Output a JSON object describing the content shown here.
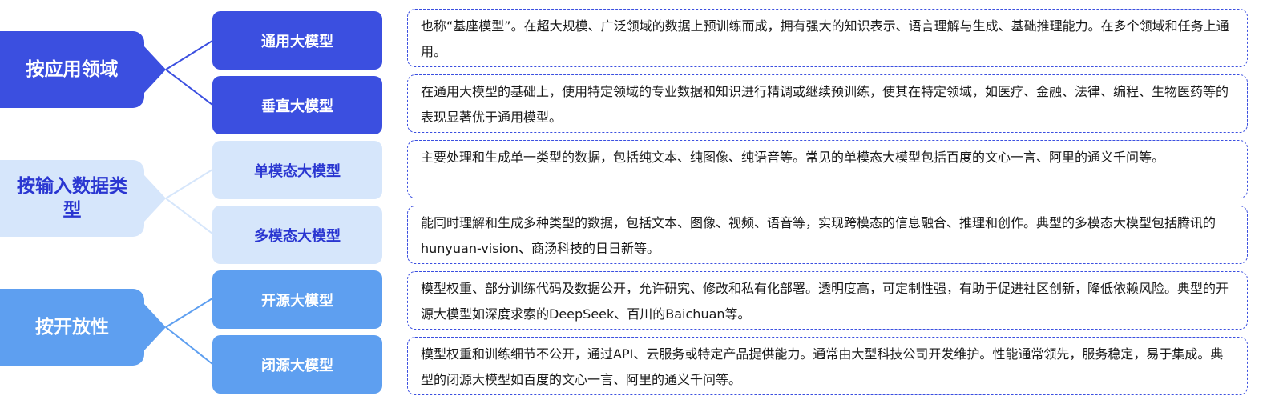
{
  "categories": [
    {
      "label": "按应用领域",
      "items": [
        {
          "label": "通用大模型",
          "description": "也称“基座模型”。在超大规模、广泛领域的数据上预训练而成，拥有强大的知识表示、语言理解与生成、基础推理能力。在多个领域和任务上通用。"
        },
        {
          "label": "垂直大模型",
          "description": "在通用大模型的基础上，使用特定领域的专业数据和知识进行精调或继续预训练，使其在特定领域，如医疗、金融、法律、编程、生物医药等的表现显著优于通用模型。"
        }
      ]
    },
    {
      "label": "按输入数据类型",
      "items": [
        {
          "label": "单模态大模型",
          "description": "主要处理和生成单一类型的数据，包括纯文本、纯图像、纯语音等。常见的单模态大模型包括百度的文心一言、阿里的通义千问等。"
        },
        {
          "label": "多模态大模型",
          "description": "能同时理解和生成多种类型的数据，包括文本、图像、视频、语音等，实现跨模态的信息融合、推理和创作。典型的多模态大模型包括腾讯的hunyuan-vision、商汤科技的日日新等。"
        }
      ]
    },
    {
      "label": "按开放性",
      "items": [
        {
          "label": "开源大模型",
          "description": "模型权重、部分训练代码及数据公开，允许研究、修改和私有化部署。透明度高，可定制性强，有助于促进社区创新，降低依赖风险。典型的开源大模型如深度求索的DeepSeek、百川的Baichuan等。"
        },
        {
          "label": "闭源大模型",
          "description": "模型权重和训练细节不公开，通过API、云服务或特定产品提供能力。通常由大型科技公司开发维护。性能通常领先，服务稳定，易于集成。典型的闭源大模型如百度的文心一言、阿里的通义千问等。"
        }
      ]
    }
  ],
  "colors": {
    "primary": "#3b4fe0",
    "light": "#d6e6fb",
    "medium": "#5e9ff0",
    "text_dark_blue": "#2a36d1"
  }
}
